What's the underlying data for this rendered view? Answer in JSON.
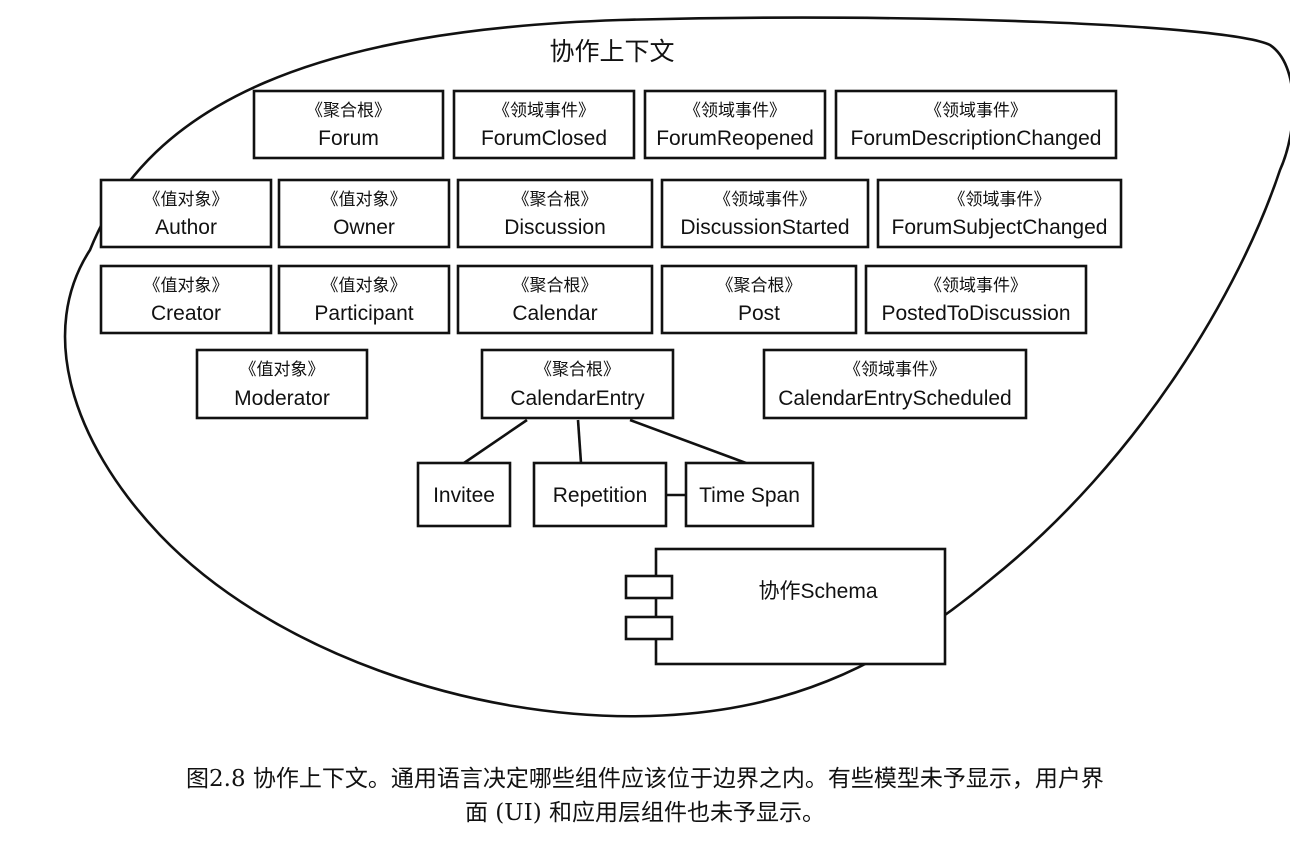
{
  "context": {
    "title": "协作上下文"
  },
  "boxes": [
    {
      "id": "forum",
      "stereotype": "《聚合根》",
      "name": "Forum"
    },
    {
      "id": "forum-closed",
      "stereotype": "《领域事件》",
      "name": "ForumClosed"
    },
    {
      "id": "forum-reopened",
      "stereotype": "《领域事件》",
      "name": "ForumReopened"
    },
    {
      "id": "forum-description-changed",
      "stereotype": "《领域事件》",
      "name": "ForumDescriptionChanged"
    },
    {
      "id": "author",
      "stereotype": "《值对象》",
      "name": "Author"
    },
    {
      "id": "owner",
      "stereotype": "《值对象》",
      "name": "Owner"
    },
    {
      "id": "discussion",
      "stereotype": "《聚合根》",
      "name": "Discussion"
    },
    {
      "id": "discussion-started",
      "stereotype": "《领域事件》",
      "name": "DiscussionStarted"
    },
    {
      "id": "forum-subject-changed",
      "stereotype": "《领域事件》",
      "name": "ForumSubjectChanged"
    },
    {
      "id": "creator",
      "stereotype": "《值对象》",
      "name": "Creator"
    },
    {
      "id": "participant",
      "stereotype": "《值对象》",
      "name": "Participant"
    },
    {
      "id": "calendar",
      "stereotype": "《聚合根》",
      "name": "Calendar"
    },
    {
      "id": "post",
      "stereotype": "《聚合根》",
      "name": "Post"
    },
    {
      "id": "posted-to-discussion",
      "stereotype": "《领域事件》",
      "name": "PostedToDiscussion"
    },
    {
      "id": "moderator",
      "stereotype": "《值对象》",
      "name": "Moderator"
    },
    {
      "id": "calendar-entry",
      "stereotype": "《聚合根》",
      "name": "CalendarEntry"
    },
    {
      "id": "calendar-entry-scheduled",
      "stereotype": "《领域事件》",
      "name": "CalendarEntryScheduled"
    },
    {
      "id": "invitee",
      "stereotype": "",
      "name": "Invitee"
    },
    {
      "id": "repetition",
      "stereotype": "",
      "name": "Repetition"
    },
    {
      "id": "time-span",
      "stereotype": "",
      "name": "Time Span"
    }
  ],
  "component": {
    "name": "协作Schema"
  },
  "caption": {
    "line1": "图2.8 协作上下文。通用语言决定哪些组件应该位于边界之内。有些模型未予显示，用户界",
    "line2": "面 (UI) 和应用层组件也未予显示。"
  }
}
